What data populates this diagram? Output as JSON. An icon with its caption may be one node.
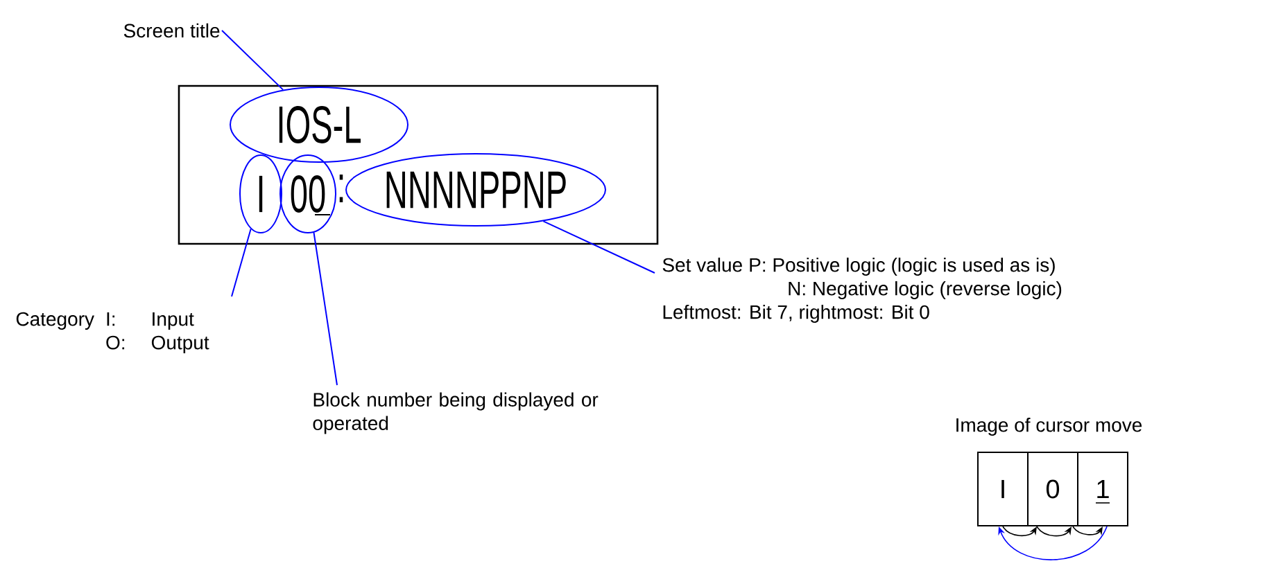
{
  "diagram": {
    "nodes": [
      {
        "text": [],
        "shape": "box"
      },
      {
        "text": [
          "IOS-L"
        ],
        "in": 0
      },
      {
        "text": [
          "I"
        ],
        "in": 0
      },
      {
        "text": [
          "00"
        ],
        "in": 0
      },
      {
        "text": [
          "NNNNPPNP"
        ],
        "in": 0
      },
      {
        "text": [
          "Screen title"
        ]
      },
      {
        "text": [
          "Category",
          "I:",
          "Input",
          "O:",
          "Output"
        ]
      },
      {
        "text": [
          "Block number being displayed or operated"
        ]
      },
      {
        "text": [
          "Set value",
          "P: Positive logic (logic is used as is)",
          "N: Negative logic (reverse logic)",
          "Leftmost: Bit 7, rightmost: Bit 0"
        ]
      },
      {
        "text": [
          "I"
        ]
      },
      {
        "text": [
          "0"
        ]
      },
      {
        "text": [
          "1"
        ]
      }
    ],
    "edges": [
      {
        "from": 5,
        "to": 1,
        "arrow": "none"
      },
      {
        "from": 6,
        "to": 2,
        "arrow": "none"
      },
      {
        "from": 7,
        "to": 3,
        "arrow": "none"
      },
      {
        "from": 8,
        "to": 4,
        "arrow": "none"
      },
      {
        "from": 9,
        "to": 10,
        "arrow": "to",
        "color": "#000000"
      },
      {
        "from": 10,
        "to": 11,
        "arrow": "to",
        "color": "#000000"
      },
      {
        "from": 11,
        "to": 9,
        "arrow": "to"
      },
      {
        "from": 10,
        "to": 10,
        "arrow": "to",
        "color": "#000000"
      }
    ],
    "labels": [
      ":",
      "Image of cursor move"
    ]
  }
}
